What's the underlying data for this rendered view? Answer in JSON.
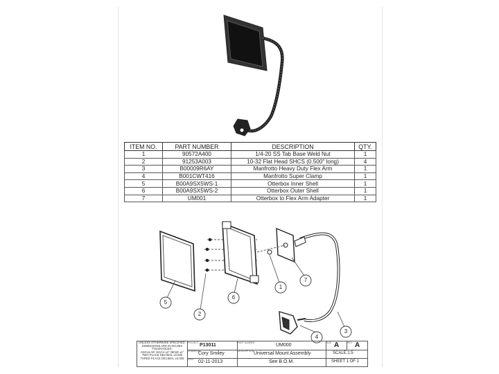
{
  "bom": {
    "headers": [
      "ITEM NO.",
      "PART NUMBER",
      "DESCRIPTION",
      "QTY."
    ],
    "rows": [
      [
        "1",
        "90572A400",
        "1/4-20 SS Tab Base Weld Nut",
        "1"
      ],
      [
        "2",
        "91253A003",
        "10-32 Flat Head SHCS (0.500\" long)",
        "4"
      ],
      [
        "3",
        "B00009R6AY",
        "Manfrotto Heavy Duty Flex Arm",
        "1"
      ],
      [
        "4",
        "B001CWT416",
        "Manfrotto Super Clamp",
        "1"
      ],
      [
        "5",
        "B00A9SX5WS-1",
        "Otterbox Inner Shell",
        "1"
      ],
      [
        "6",
        "B00A9SX5WS-2",
        "Otterbox Outer Shell",
        "1"
      ],
      [
        "7",
        "UM001",
        "Otterbox to Flex Arm Adapter",
        "1"
      ]
    ]
  },
  "balloons": [
    "5",
    "2",
    "6",
    "1",
    "7",
    "4",
    "3"
  ],
  "title_block": {
    "notes": [
      "UNLESS OTHERWISE SPECIFIED:",
      "DIMENSIONS ARE IN INCHES",
      "TOLERANCES:",
      "ANGULAR: MACH ±0° BEND ±1°",
      "TWO PLACE DECIMAL ±0.005",
      "THREE PLACE DECIMAL ±0.005"
    ],
    "project_label": "PROJECT",
    "project": "P13011",
    "drawn_label": "DRAWN BY",
    "drawn_by": "Cory Smiley",
    "date_label": "DATE",
    "date": "02-11-2013",
    "name_label": "PART NUMBER",
    "part_number": "UM000",
    "desc_label": "DESCRIPTION",
    "description": "Universal Mount Assembly",
    "material": "See B.O.M.",
    "size_label": "SIZE",
    "size": "A",
    "rev_label": "REV",
    "rev": "A",
    "scale": "SCALE:1:5",
    "sheet": "SHEET 1 OF 1"
  }
}
